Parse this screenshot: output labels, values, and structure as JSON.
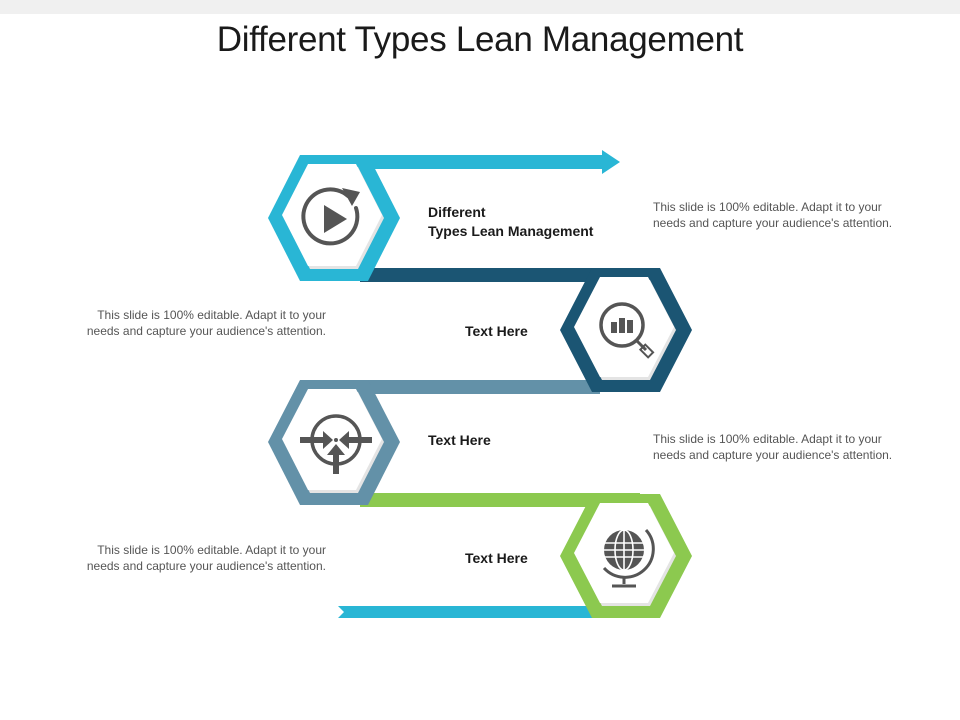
{
  "title": "Different Types Lean Management",
  "colors": {
    "cyan": "#29b6d5",
    "navy": "#1b5573",
    "steel": "#6391a8",
    "green": "#8cc94f",
    "icon": "#555555"
  },
  "steps": [
    {
      "label_line1": "Different",
      "label_line2": "Types Lean Management",
      "description_line1": "This slide is 100% editable. Adapt it to your",
      "description_line2": "needs and capture your audience's attention.",
      "icon": "play-refresh-icon",
      "color": "cyan"
    },
    {
      "label": "Text Here",
      "description_line1": "This slide is 100% editable. Adapt it to your",
      "description_line2": "needs and capture your audience's attention.",
      "icon": "magnifier-chart-icon",
      "color": "navy"
    },
    {
      "label": "Text Here",
      "description_line1": "This slide is 100% editable. Adapt it to your",
      "description_line2": "needs and capture your audience's attention.",
      "icon": "converging-arrows-target-icon",
      "color": "steel"
    },
    {
      "label": "Text Here",
      "description_line1": "This slide is 100% editable. Adapt it to your",
      "description_line2": "needs and capture your audience's attention.",
      "icon": "globe-icon",
      "color": "green"
    }
  ]
}
